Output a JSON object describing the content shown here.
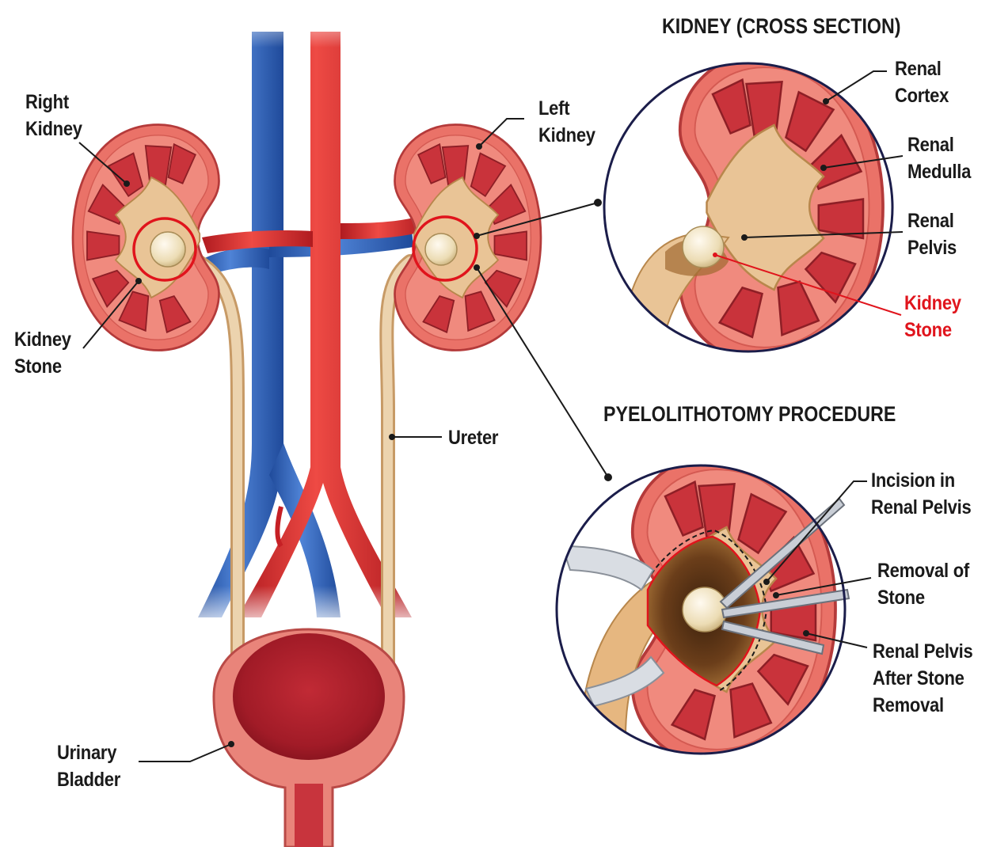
{
  "labels": {
    "right_kidney": [
      "Right",
      "Kidney"
    ],
    "left_kidney": [
      "Left",
      "Kidney"
    ],
    "kidney_stone": [
      "Kidney",
      "Stone"
    ],
    "ureter": "Ureter",
    "urinary_bladder": [
      "Urinary",
      "Bladder"
    ]
  },
  "cross_section": {
    "title": "KIDNEY (CROSS SECTION)",
    "renal_cortex": [
      "Renal",
      "Cortex"
    ],
    "renal_medulla": [
      "Renal",
      "Medulla"
    ],
    "renal_pelvis": [
      "Renal",
      "Pelvis"
    ],
    "kidney_stone": [
      "Kidney",
      "Stone"
    ]
  },
  "procedure": {
    "title": "PYELOLITHOTOMY PROCEDURE",
    "incision": [
      "Incision in",
      "Renal Pelvis"
    ],
    "removal": [
      "Removal of",
      "Stone"
    ],
    "after": [
      "Renal Pelvis",
      "After Stone",
      "Removal"
    ]
  },
  "colors": {
    "vein": "#2f5fb3",
    "artery": "#d3262b",
    "kidney_cortex": "#ea7268",
    "kidney_medulla": "#c9333b",
    "pelvis": "#e9c496",
    "ureter": "#e6c79e",
    "stone": "#f1e6c6",
    "highlight": "#e0141c",
    "outline": "#1b1d4a"
  }
}
